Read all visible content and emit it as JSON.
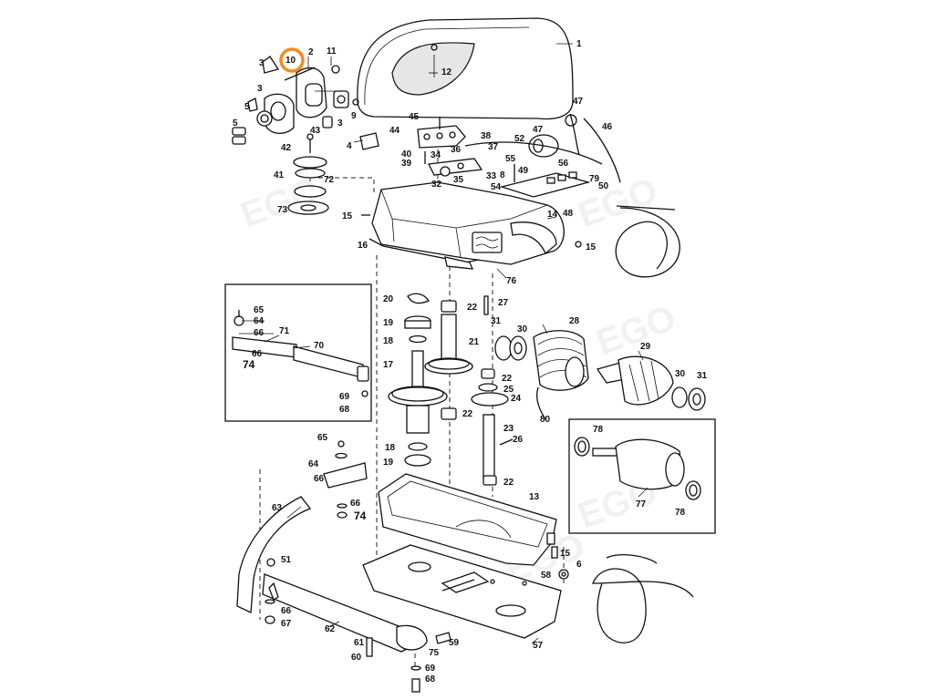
{
  "highlight": {
    "part": "10",
    "color": "#f28c1e"
  },
  "watermark": {
    "text": "EGO"
  },
  "labels": [
    {
      "id": "l1",
      "text": "1"
    },
    {
      "id": "l2",
      "text": "2"
    },
    {
      "id": "l3a",
      "text": "3"
    },
    {
      "id": "l3b",
      "text": "3"
    },
    {
      "id": "l3c",
      "text": "3"
    },
    {
      "id": "l4",
      "text": "4"
    },
    {
      "id": "l5a",
      "text": "5"
    },
    {
      "id": "l5b",
      "text": "5"
    },
    {
      "id": "l6",
      "text": "6"
    },
    {
      "id": "l8",
      "text": "8"
    },
    {
      "id": "l9",
      "text": "9"
    },
    {
      "id": "l10",
      "text": "10"
    },
    {
      "id": "l11",
      "text": "11"
    },
    {
      "id": "l12",
      "text": "12"
    },
    {
      "id": "l13",
      "text": "13"
    },
    {
      "id": "l14",
      "text": "14"
    },
    {
      "id": "l15a",
      "text": "15"
    },
    {
      "id": "l15b",
      "text": "15"
    },
    {
      "id": "l15c",
      "text": "15"
    },
    {
      "id": "l16",
      "text": "16"
    },
    {
      "id": "l17",
      "text": "17"
    },
    {
      "id": "l18a",
      "text": "18"
    },
    {
      "id": "l18b",
      "text": "18"
    },
    {
      "id": "l19a",
      "text": "19"
    },
    {
      "id": "l19b",
      "text": "19"
    },
    {
      "id": "l20",
      "text": "20"
    },
    {
      "id": "l21",
      "text": "21"
    },
    {
      "id": "l22a",
      "text": "22"
    },
    {
      "id": "l22b",
      "text": "22"
    },
    {
      "id": "l22c",
      "text": "22"
    },
    {
      "id": "l22d",
      "text": "22"
    },
    {
      "id": "l23",
      "text": "23"
    },
    {
      "id": "l24",
      "text": "24"
    },
    {
      "id": "l25",
      "text": "25"
    },
    {
      "id": "l26",
      "text": "26"
    },
    {
      "id": "l27",
      "text": "27"
    },
    {
      "id": "l28",
      "text": "28"
    },
    {
      "id": "l29",
      "text": "29"
    },
    {
      "id": "l30a",
      "text": "30"
    },
    {
      "id": "l30b",
      "text": "30"
    },
    {
      "id": "l31a",
      "text": "31"
    },
    {
      "id": "l31b",
      "text": "31"
    },
    {
      "id": "l32",
      "text": "32"
    },
    {
      "id": "l33",
      "text": "33"
    },
    {
      "id": "l34",
      "text": "34"
    },
    {
      "id": "l35",
      "text": "35"
    },
    {
      "id": "l36",
      "text": "36"
    },
    {
      "id": "l37",
      "text": "37"
    },
    {
      "id": "l38",
      "text": "38"
    },
    {
      "id": "l39",
      "text": "39"
    },
    {
      "id": "l40",
      "text": "40"
    },
    {
      "id": "l41",
      "text": "41"
    },
    {
      "id": "l42",
      "text": "42"
    },
    {
      "id": "l43",
      "text": "43"
    },
    {
      "id": "l44",
      "text": "44"
    },
    {
      "id": "l45",
      "text": "45"
    },
    {
      "id": "l46",
      "text": "46"
    },
    {
      "id": "l47a",
      "text": "47"
    },
    {
      "id": "l47b",
      "text": "47"
    },
    {
      "id": "l48",
      "text": "48"
    },
    {
      "id": "l49",
      "text": "49"
    },
    {
      "id": "l50",
      "text": "50"
    },
    {
      "id": "l51",
      "text": "51"
    },
    {
      "id": "l52",
      "text": "52"
    },
    {
      "id": "l54",
      "text": "54"
    },
    {
      "id": "l55",
      "text": "55"
    },
    {
      "id": "l56",
      "text": "56"
    },
    {
      "id": "l57",
      "text": "57"
    },
    {
      "id": "l58",
      "text": "58"
    },
    {
      "id": "l59",
      "text": "59"
    },
    {
      "id": "l60",
      "text": "60"
    },
    {
      "id": "l61",
      "text": "61"
    },
    {
      "id": "l62",
      "text": "62"
    },
    {
      "id": "l63",
      "text": "63"
    },
    {
      "id": "l64a",
      "text": "64"
    },
    {
      "id": "l64b",
      "text": "64"
    },
    {
      "id": "l65a",
      "text": "65"
    },
    {
      "id": "l65b",
      "text": "65"
    },
    {
      "id": "l66a",
      "text": "66"
    },
    {
      "id": "l66b",
      "text": "66"
    },
    {
      "id": "l66c",
      "text": "66"
    },
    {
      "id": "l66d",
      "text": "66"
    },
    {
      "id": "l66e",
      "text": "66"
    },
    {
      "id": "l67",
      "text": "67"
    },
    {
      "id": "l68a",
      "text": "68"
    },
    {
      "id": "l68b",
      "text": "68"
    },
    {
      "id": "l69a",
      "text": "69"
    },
    {
      "id": "l69b",
      "text": "69"
    },
    {
      "id": "l70",
      "text": "70"
    },
    {
      "id": "l71",
      "text": "71"
    },
    {
      "id": "l72",
      "text": "72"
    },
    {
      "id": "l73",
      "text": "73"
    },
    {
      "id": "l74a",
      "text": "74"
    },
    {
      "id": "l74b",
      "text": "74"
    },
    {
      "id": "l75",
      "text": "75"
    },
    {
      "id": "l76",
      "text": "76"
    },
    {
      "id": "l77",
      "text": "77"
    },
    {
      "id": "l78a",
      "text": "78"
    },
    {
      "id": "l78b",
      "text": "78"
    },
    {
      "id": "l79",
      "text": "79"
    },
    {
      "id": "l80",
      "text": "80"
    }
  ]
}
